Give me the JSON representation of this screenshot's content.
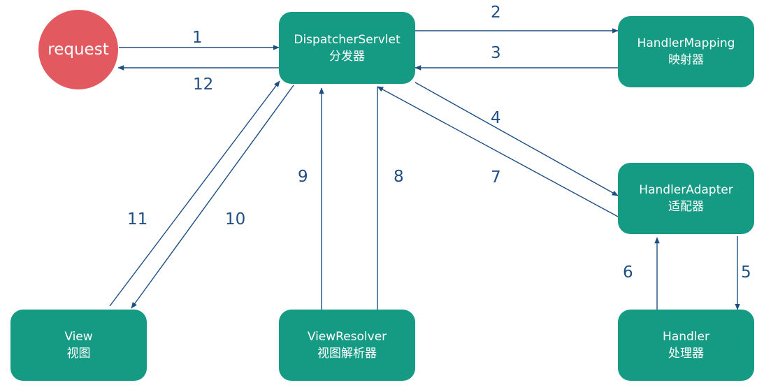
{
  "request": "request",
  "nodes": {
    "dispatcher": {
      "title": "DispatcherServlet",
      "sub": "分发器"
    },
    "handler_mapping": {
      "title": "HandlerMapping",
      "sub": "映射器"
    },
    "handler_adapter": {
      "title": "HandlerAdapter",
      "sub": "适配器"
    },
    "handler": {
      "title": "Handler",
      "sub": "处理器"
    },
    "view_resolver": {
      "title": "ViewResolver",
      "sub": "视图解析器"
    },
    "view": {
      "title": "View",
      "sub": "视图"
    }
  },
  "steps": {
    "s1": "1",
    "s2": "2",
    "s3": "3",
    "s4": "4",
    "s5": "5",
    "s6": "6",
    "s7": "7",
    "s8": "8",
    "s9": "9",
    "s10": "10",
    "s11": "11",
    "s12": "12"
  },
  "colors": {
    "node": "#159a84",
    "request": "#e25a60",
    "arrow": "#1f4f82"
  }
}
